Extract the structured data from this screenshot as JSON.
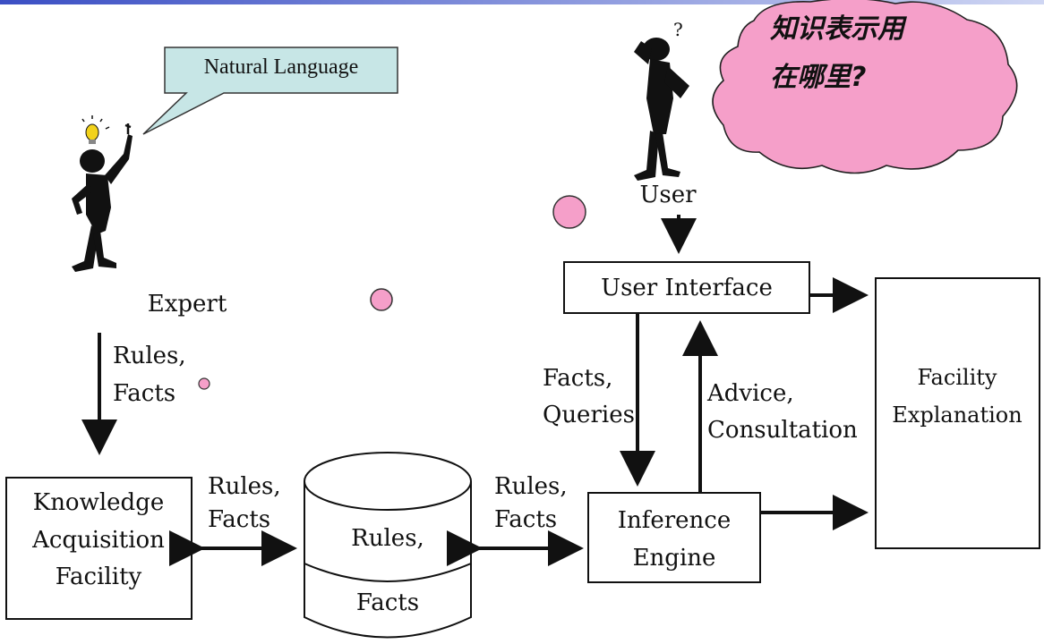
{
  "callout": {
    "text": "Natural Language"
  },
  "cloud": {
    "line1": "知识表示用",
    "line2": "在哪里?"
  },
  "actors": {
    "expert": "Expert",
    "user": "User"
  },
  "flows": {
    "expert_to_kaf": [
      "Rules,",
      "Facts"
    ],
    "kaf_kb": [
      "Rules,",
      "Facts"
    ],
    "kb_ie": [
      "Rules,",
      "Facts"
    ],
    "ui_to_ie": [
      "Facts,",
      "Queries"
    ],
    "ie_to_ui": [
      "Advice,",
      "Consultation"
    ]
  },
  "boxes": {
    "kaf": [
      "Knowledge",
      "Acquisition",
      "Facility"
    ],
    "knowledge_base": [
      "Rules,",
      "Facts"
    ],
    "inference_engine": [
      "Inference",
      "Engine"
    ],
    "user_interface": "User Interface",
    "explanation": [
      "Facility",
      "Explanation"
    ]
  },
  "colors": {
    "callout_fill": "#c7e6e6",
    "cloud_fill": "#f59fc9",
    "dot_fill": "#f59fc9",
    "line": "#111111",
    "top_bar": "#3b4fc4"
  }
}
